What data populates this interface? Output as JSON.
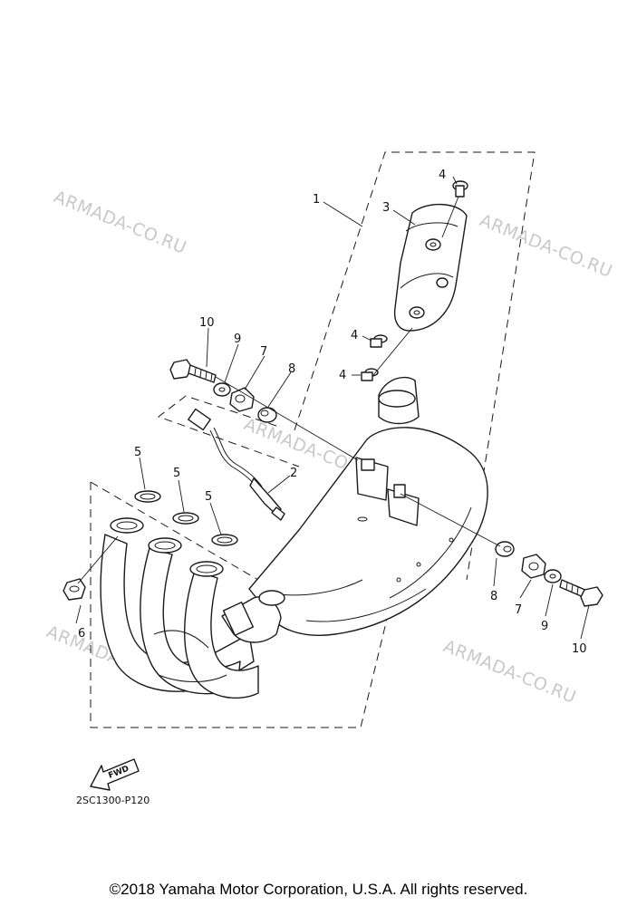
{
  "diagram": {
    "watermark": "ARMADA-CO.RU",
    "callouts": {
      "c1": "1",
      "c2": "2",
      "c3": "3",
      "c4a": "4",
      "c4b": "4",
      "c4c": "4",
      "c5a": "5",
      "c5b": "5",
      "c5c": "5",
      "c6": "6",
      "c7a": "7",
      "c7b": "7",
      "c8a": "8",
      "c8b": "8",
      "c9a": "9",
      "c9b": "9",
      "c10a": "10",
      "c10b": "10"
    },
    "fwd_label": "FWD",
    "drawing_code": "2SC1300-P120"
  },
  "footer": {
    "copyright": "©2018 Yamaha Motor Corporation, U.S.A. All rights reserved."
  }
}
